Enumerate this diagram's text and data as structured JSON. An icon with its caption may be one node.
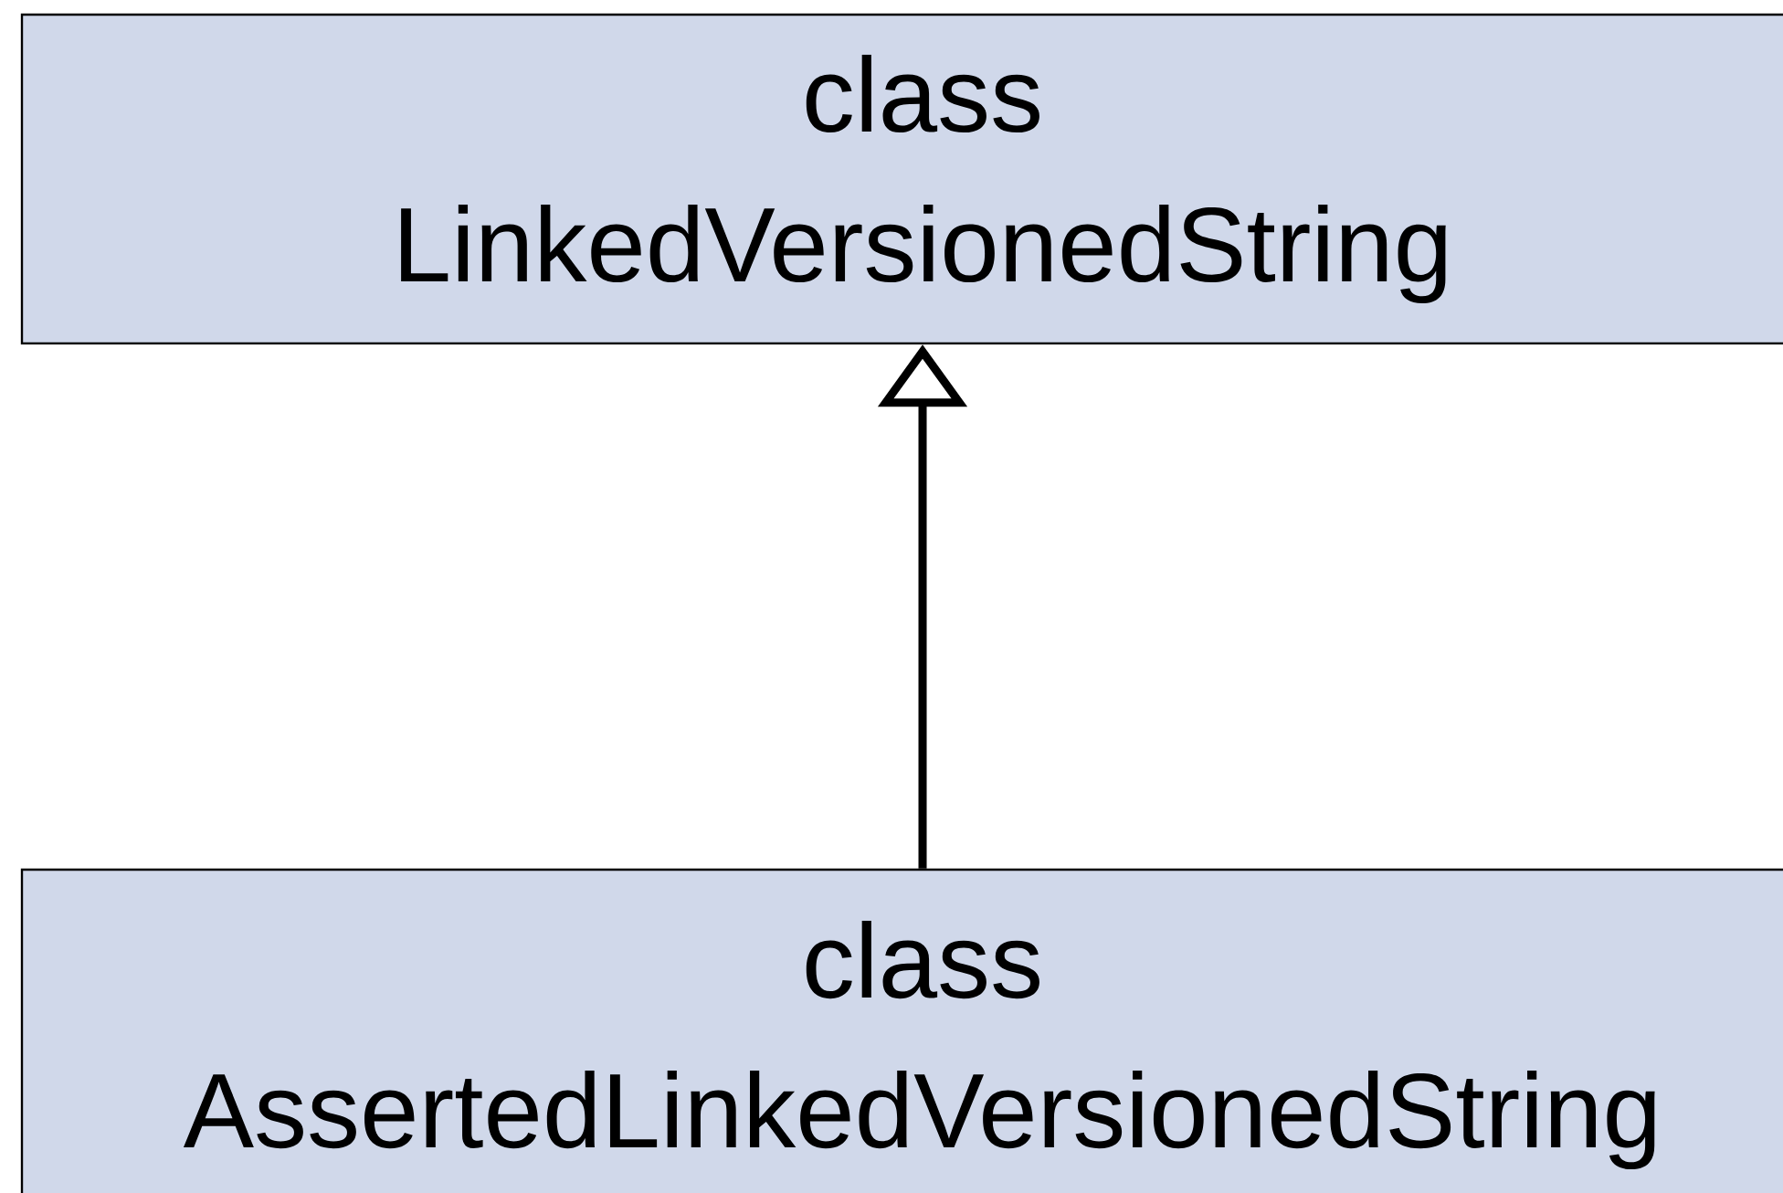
{
  "diagram": {
    "nodes": [
      {
        "text": [
          "class LinkedVersionedString"
        ]
      },
      {
        "text": [
          "class AssertedLinkedVersionedString"
        ]
      }
    ],
    "edges": [
      {
        "from": 1,
        "to": 0,
        "arrow": "to"
      }
    ]
  }
}
